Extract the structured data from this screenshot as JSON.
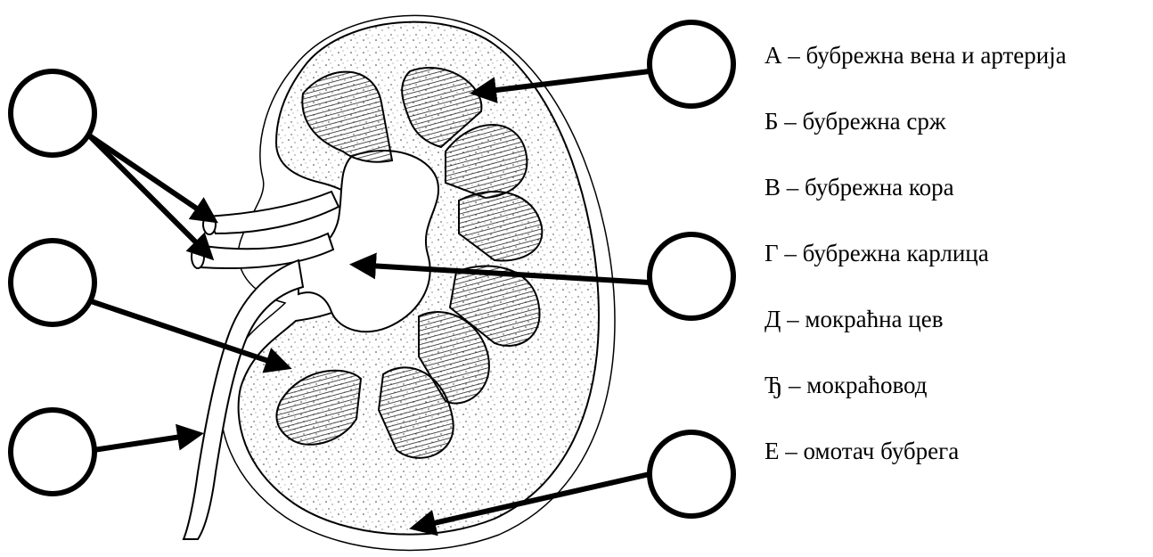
{
  "legend": [
    "А – бубрежна вена и артерија",
    "Б – бубрежна срж",
    "В – бубрежна кора",
    "Г – бубрежна карлица",
    "Д – мокраћна цев",
    "Ђ – мокраћовод",
    "Е – омотач бубрега"
  ],
  "answer_circles": [
    "",
    "",
    "",
    "",
    "",
    "",
    ""
  ]
}
